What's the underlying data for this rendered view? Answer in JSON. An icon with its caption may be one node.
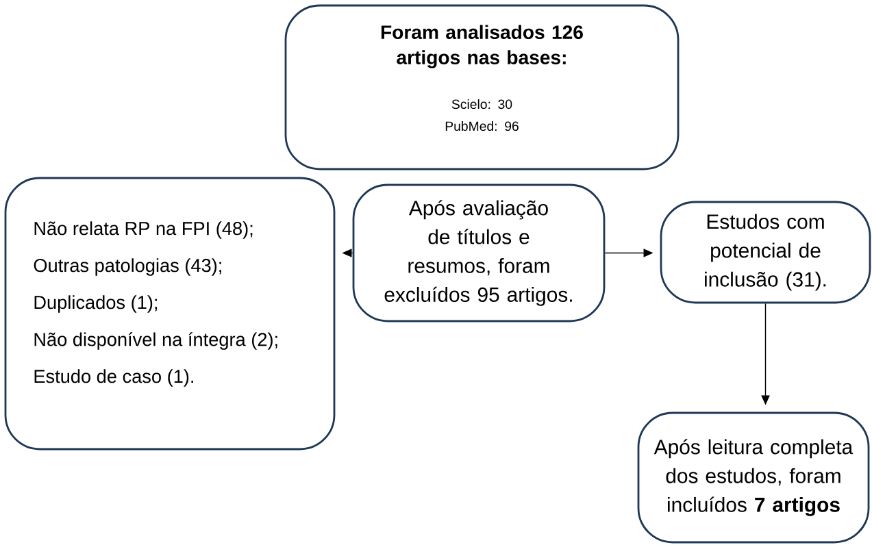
{
  "diagram": {
    "nodes": [
      {
        "text": [
          "Foram analisados 126 artigos nas bases:",
          "Scielo: 30",
          "PubMed: 96"
        ]
      },
      {
        "text": [
          "Não relata RP na FPI (48);",
          "Outras patologias (43);",
          "Duplicados (1);",
          "Não disponível na íntegra (2);",
          "Estudo de caso (1)."
        ]
      },
      {
        "text": [
          "Após avaliação de títulos e resumos, foram excluídos 95 artigos."
        ]
      },
      {
        "text": [
          "Estudos com potencial de inclusão (31)."
        ]
      },
      {
        "text": [
          "Após leitura completa dos estudos, foram incluídos **7 artigos**"
        ]
      }
    ],
    "edges": [
      {
        "from": 2,
        "to": 1,
        "arrow": "to"
      },
      {
        "from": 2,
        "to": 3,
        "arrow": "to"
      },
      {
        "from": 3,
        "to": 4,
        "arrow": "to"
      }
    ]
  }
}
